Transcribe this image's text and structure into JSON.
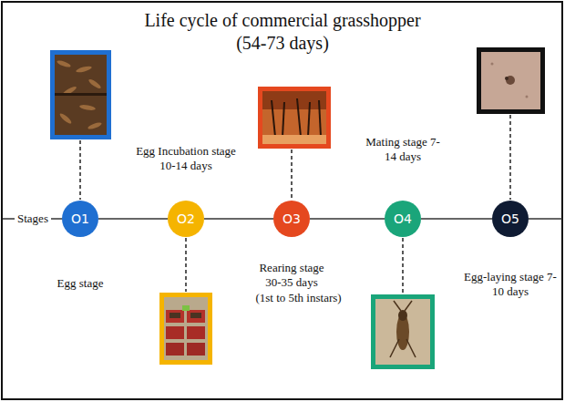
{
  "diagram": {
    "title": "Life cycle of commercial grasshopper (54-73 days)",
    "nodes": [
      {
        "text": [
          "O1",
          "Egg stage"
        ]
      },
      {
        "text": [
          "O2",
          "Egg Incubation stage 10-14 days"
        ]
      },
      {
        "text": [
          "O3",
          "Rearing stage 30-35 days",
          "(1st to 5th instars)"
        ]
      },
      {
        "text": [
          "O4",
          "Mating stage 7-14 days"
        ]
      },
      {
        "text": [
          "O5",
          "Egg-laying stage 7-10 days"
        ]
      }
    ],
    "edges": [
      {
        "from": 0,
        "to": 1,
        "arrow": "none"
      },
      {
        "from": 1,
        "to": 2,
        "arrow": "none"
      },
      {
        "from": 2,
        "to": 3,
        "arrow": "none"
      },
      {
        "from": 3,
        "to": 4,
        "arrow": "none"
      }
    ],
    "labels": [
      "Stages"
    ]
  }
}
